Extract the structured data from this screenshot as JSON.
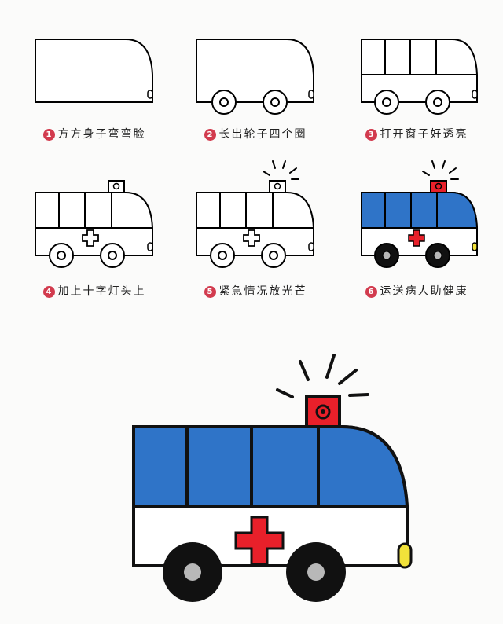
{
  "steps": [
    {
      "num": "1",
      "text": "方方身子弯弯脸"
    },
    {
      "num": "2",
      "text": "长出轮子四个圈"
    },
    {
      "num": "3",
      "text": "打开窗子好透亮"
    },
    {
      "num": "4",
      "text": "加上十字灯头上"
    },
    {
      "num": "5",
      "text": "紧急情况放光芒"
    },
    {
      "num": "6",
      "text": "运送病人助健康"
    }
  ],
  "colors": {
    "number_badge": "#d23b4e",
    "body_blue": "#2f74c8",
    "cross_red": "#e8202a",
    "wheel_black": "#111111",
    "hub_gray": "#b8b8b8",
    "headlight_yellow": "#f2e23a"
  }
}
